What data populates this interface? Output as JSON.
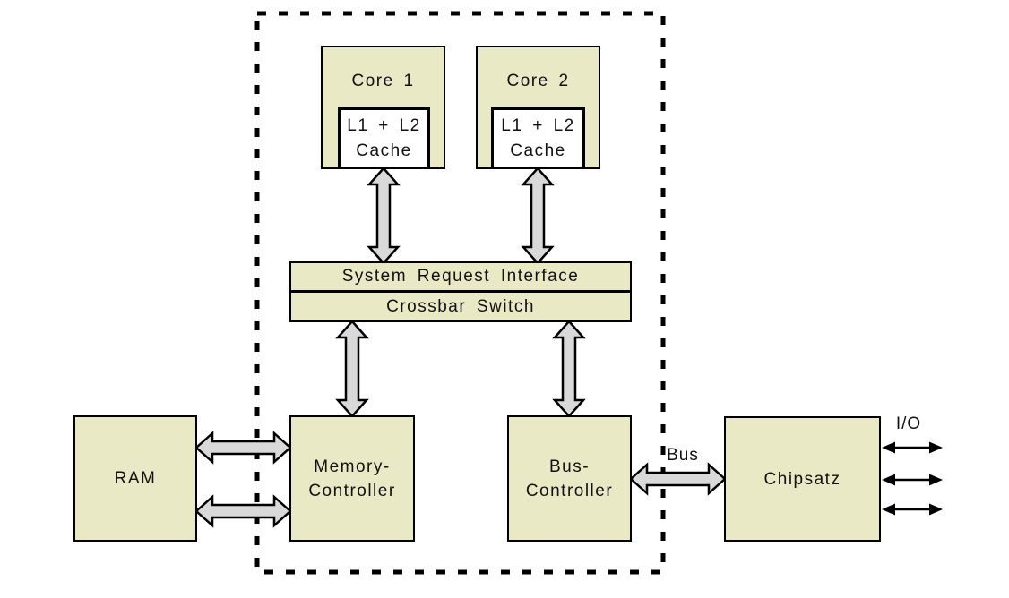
{
  "colors": {
    "box_fill": "#e9e9c6",
    "cache_fill": "#ffffff",
    "arrow_fill": "#d9d9d9",
    "outline": "#000000",
    "background": "#ffffff"
  },
  "cpu_package": {
    "core1": {
      "label": "Core 1"
    },
    "core2": {
      "label": "Core 2"
    },
    "cache1": {
      "line1": "L1 + L2",
      "line2": "Cache"
    },
    "cache2": {
      "line1": "L1 + L2",
      "line2": "Cache"
    },
    "system_request_interface": {
      "label": "System Request Interface"
    },
    "crossbar_switch": {
      "label": "Crossbar Switch"
    },
    "memory_controller": {
      "line1": "Memory-",
      "line2": "Controller"
    },
    "bus_controller": {
      "line1": "Bus-",
      "line2": "Controller"
    }
  },
  "external": {
    "ram": {
      "label": "RAM"
    },
    "chipset": {
      "label": "Chipsatz"
    },
    "bus_label": "Bus",
    "io_label": "I/O"
  },
  "connections": [
    {
      "from": "cache1",
      "to": "system-request-interface",
      "style": "block-double-arrow"
    },
    {
      "from": "cache2",
      "to": "system-request-interface",
      "style": "block-double-arrow"
    },
    {
      "from": "crossbar-switch",
      "to": "memory-controller",
      "style": "block-double-arrow"
    },
    {
      "from": "crossbar-switch",
      "to": "bus-controller",
      "style": "block-double-arrow"
    },
    {
      "from": "ram",
      "to": "memory-controller",
      "style": "block-double-arrow"
    },
    {
      "from": "ram",
      "to": "memory-controller",
      "style": "block-double-arrow"
    },
    {
      "from": "bus-controller",
      "to": "chipset",
      "style": "block-double-arrow",
      "label": "Bus"
    },
    {
      "from": "chipset",
      "to": "io",
      "style": "thin-double-arrow"
    },
    {
      "from": "chipset",
      "to": "io",
      "style": "thin-double-arrow"
    },
    {
      "from": "chipset",
      "to": "io",
      "style": "thin-double-arrow"
    }
  ]
}
